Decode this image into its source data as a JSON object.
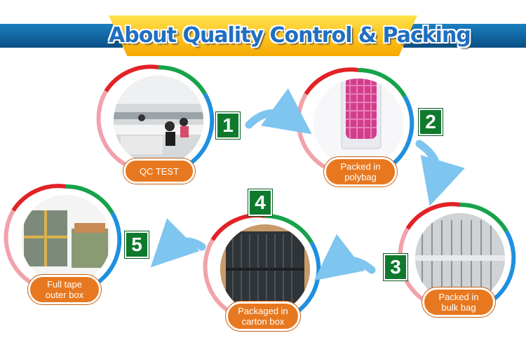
{
  "title": "About Quality Control & Packing",
  "steps": [
    {
      "number": "1",
      "label": "QC TEST"
    },
    {
      "number": "2",
      "label": "Packed in polybag"
    },
    {
      "number": "3",
      "label": "Packed in bulk bag"
    },
    {
      "number": "4",
      "label": "Packaged in carton box"
    },
    {
      "number": "5",
      "label": "Full tape outer box"
    }
  ],
  "colors": {
    "banner_blue": "#0a4f86",
    "banner_gold": "#f5a800",
    "title_blue": "#1f6fc2",
    "ring_red": "#e32227",
    "ring_green": "#17a34a",
    "ring_blue": "#1f8fe0",
    "ring_pink": "#f2a2aa",
    "label_orange": "#e8781f",
    "number_green": "#0f7a2d",
    "arrow_blue": "#7ec5ef"
  }
}
